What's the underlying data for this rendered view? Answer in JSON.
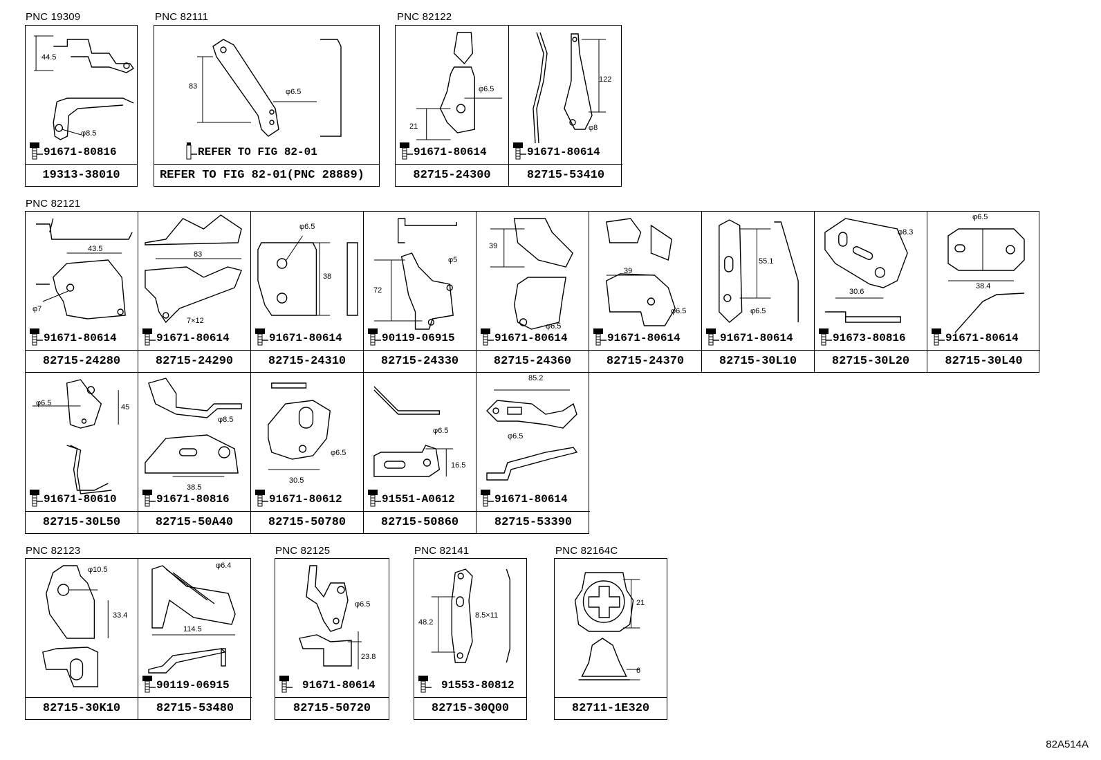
{
  "groups": [
    {
      "pnc": "PNC 19309",
      "cells": [
        {
          "part": "19313-38010",
          "bolt": "91671-80816",
          "dims": [
            "44.5",
            "φ8.5"
          ]
        }
      ]
    },
    {
      "pnc": "PNC 82111",
      "cells": [
        {
          "part": "REFER TO FIG 82-01(PNC 28889)",
          "bolt": "REFER TO FIG 82-01",
          "dims": [
            "83",
            "φ6.5"
          ]
        }
      ]
    },
    {
      "pnc": "PNC 82122",
      "cells": [
        {
          "part": "82715-24300",
          "bolt": "91671-80614",
          "dims": [
            "φ6.5",
            "21"
          ]
        },
        {
          "part": "82715-53410",
          "bolt": "91671-80614",
          "dims": [
            "122",
            "φ8"
          ]
        }
      ]
    },
    {
      "pnc": "PNC 82121",
      "cells": [
        {
          "part": "82715-24280",
          "bolt": "91671-80614",
          "dims": [
            "43.5",
            "φ7"
          ]
        },
        {
          "part": "82715-24290",
          "bolt": "91671-80614",
          "dims": [
            "83",
            "7×12"
          ]
        },
        {
          "part": "82715-24310",
          "bolt": "91671-80614",
          "dims": [
            "φ6.5",
            "38"
          ]
        },
        {
          "part": "82715-24330",
          "bolt": "90119-06915",
          "dims": [
            "φ5",
            "72"
          ]
        },
        {
          "part": "82715-24360",
          "bolt": "91671-80614",
          "dims": [
            "39",
            "φ6.5"
          ]
        },
        {
          "part": "82715-24370",
          "bolt": "91671-80614",
          "dims": [
            "39",
            "φ6.5"
          ]
        },
        {
          "part": "82715-30L10",
          "bolt": "91671-80614",
          "dims": [
            "55.1",
            "φ6.5"
          ]
        },
        {
          "part": "82715-30L20",
          "bolt": "91673-80816",
          "dims": [
            "φ8.3",
            "30.6"
          ]
        },
        {
          "part": "82715-30L40",
          "bolt": "91671-80614",
          "dims": [
            "φ6.5",
            "38.4"
          ]
        },
        {
          "part": "82715-30L50",
          "bolt": "91671-80610",
          "dims": [
            "φ6.5",
            "45"
          ]
        },
        {
          "part": "82715-50A40",
          "bolt": "91671-80816",
          "dims": [
            "φ8.5",
            "38.5"
          ]
        },
        {
          "part": "82715-50780",
          "bolt": "91671-80612",
          "dims": [
            "φ6.5",
            "30.5"
          ]
        },
        {
          "part": "82715-50860",
          "bolt": "91551-A0612",
          "dims": [
            "φ6.5",
            "16.5"
          ]
        },
        {
          "part": "82715-53390",
          "bolt": "91671-80614",
          "dims": [
            "85.2",
            "φ6.5"
          ]
        }
      ]
    },
    {
      "pnc": "PNC 82123",
      "cells": [
        {
          "part": "82715-30K10",
          "bolt": "",
          "dims": [
            "φ10.5",
            "33.4"
          ]
        },
        {
          "part": "82715-53480",
          "bolt": "90119-06915",
          "dims": [
            "φ6.4",
            "114.5"
          ]
        }
      ]
    },
    {
      "pnc": "PNC 82125",
      "cells": [
        {
          "part": "82715-50720",
          "bolt": "91671-80614",
          "dims": [
            "φ6.5",
            "23.8"
          ]
        }
      ]
    },
    {
      "pnc": "PNC 82141",
      "cells": [
        {
          "part": "82715-30Q00",
          "bolt": "91553-80812",
          "dims": [
            "48.2",
            "8.5×11"
          ]
        }
      ]
    },
    {
      "pnc": "PNC 82164C",
      "cells": [
        {
          "part": "82711-1E320",
          "bolt": "",
          "dims": [
            "21",
            "6"
          ]
        }
      ]
    }
  ],
  "footer": "82A514A"
}
